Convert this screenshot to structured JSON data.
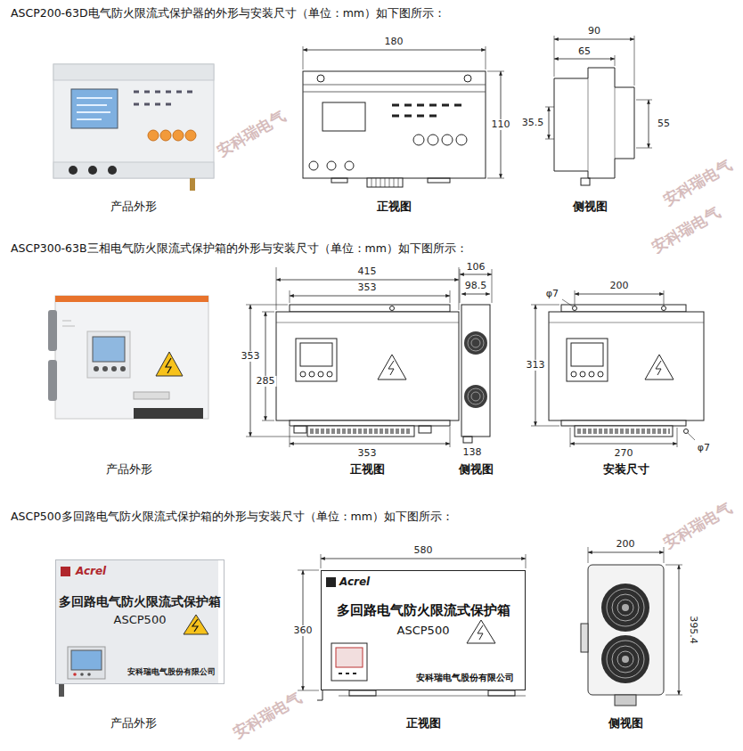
{
  "diagram": {
    "nodes": [
      {
        "text": [
          "Acrel",
          "多回路电气防火限流式保护箱",
          "ASCP500",
          "安科瑞电气股份有限公司"
        ]
      },
      {
        "text": [
          "Acrel",
          "多回路电气防火限流式保护箱",
          "ASCP500",
          "安科瑞电气股份有限公司"
        ]
      }
    ],
    "labels": [
      "ASCP200-63D电气防火限流式保护器的外形与安装尺寸（单位：mm）如下图所示：",
      "产品外形",
      "正视图",
      "侧视图",
      "180",
      "110",
      "90",
      "65",
      "35.5",
      "55",
      "ASCP300-63B三相电气防火限流式保护箱的外形与安装尺寸（单位：mm）如下图所示：",
      "产品外形",
      "正视图",
      "侧视图",
      "安装尺寸",
      "415",
      "353",
      "353",
      "285",
      "106",
      "98.5",
      "353",
      "138",
      "200",
      "φ7",
      "313",
      "270",
      "φ7",
      "ASCP500多回路电气防火限流式保护箱的外形与安装尺寸（单位：mm）如下图所示：",
      "产品外形",
      "正视图",
      "侧视图",
      "580",
      "360",
      "200",
      "395.4",
      "安科瑞电气",
      "安科瑞电气",
      "安科瑞电气",
      "安科瑞电气",
      "安科瑞电气"
    ]
  }
}
